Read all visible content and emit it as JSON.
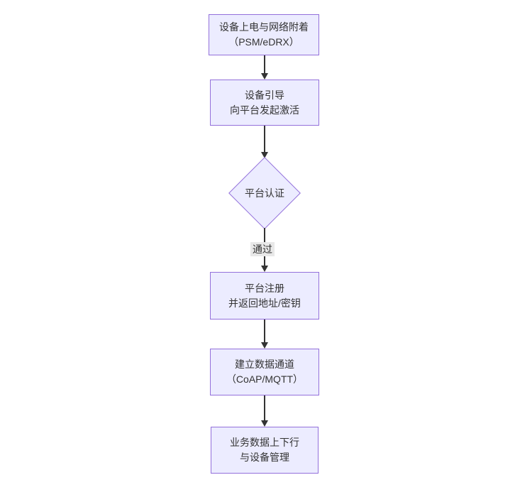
{
  "diagram": {
    "type": "flowchart-top-down",
    "colors": {
      "node_fill": "#ECECFF",
      "node_border": "#9370DB",
      "text": "#333333",
      "edge_line": "#333333",
      "edge_label_bg": "#e8e8e8",
      "background": "#ffffff"
    },
    "nodes": [
      {
        "id": "power-attach",
        "shape": "rect",
        "lines": [
          "设备上电与网络附着",
          "（PSM/eDRX）"
        ]
      },
      {
        "id": "bootstrap",
        "shape": "rect",
        "lines": [
          "设备引导",
          "向平台发起激活"
        ]
      },
      {
        "id": "platform-auth",
        "shape": "diamond",
        "lines": [
          "平台认证"
        ]
      },
      {
        "id": "platform-register",
        "shape": "rect",
        "lines": [
          "平台注册",
          "并返回地址/密钥"
        ]
      },
      {
        "id": "data-channel",
        "shape": "rect",
        "lines": [
          "建立数据通道",
          "（CoAP/MQTT）"
        ]
      },
      {
        "id": "business-data",
        "shape": "rect",
        "lines": [
          "业务数据上下行",
          "与设备管理"
        ]
      }
    ],
    "edges": [
      {
        "from": "power-attach",
        "to": "bootstrap",
        "label": ""
      },
      {
        "from": "bootstrap",
        "to": "platform-auth",
        "label": ""
      },
      {
        "from": "platform-auth",
        "to": "platform-register",
        "label": "通过"
      },
      {
        "from": "platform-register",
        "to": "data-channel",
        "label": ""
      },
      {
        "from": "data-channel",
        "to": "business-data",
        "label": ""
      }
    ]
  }
}
